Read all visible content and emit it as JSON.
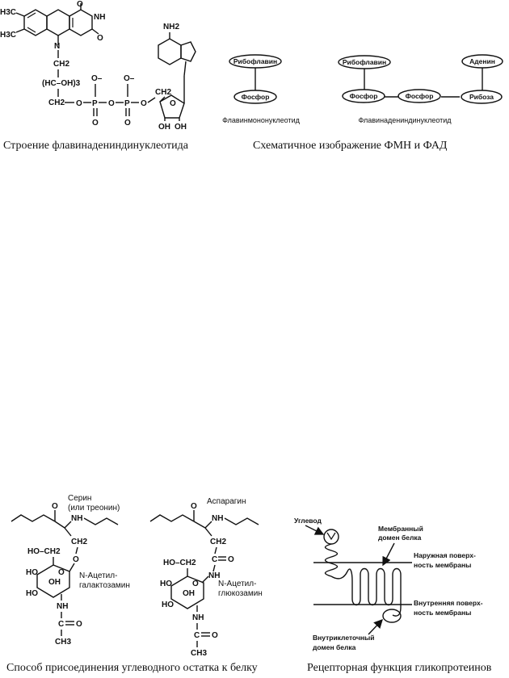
{
  "fad_structure": {
    "caption": "Строение флавинадениндинуклеотида",
    "atoms": {
      "o_top": "O",
      "nh": "NH",
      "o_right": "O",
      "n": "N",
      "h3c_1": "H3C",
      "h3c_2": "H3C",
      "ch2_1": "CH2",
      "hc_oh": "(HC–OH)3",
      "ch2_2": "CH2",
      "o1": "O",
      "p1": "P",
      "o2": "O",
      "p2": "P",
      "o3": "O",
      "o_minus_1": "O–",
      "o_minus_2": "O–",
      "o_bottom_1": "O",
      "o_bottom_2": "O",
      "nh2": "NH2",
      "ch2_ribose": "CH2",
      "oh1": "OH",
      "oh2": "OH",
      "o_ring": "O"
    }
  },
  "schematic": {
    "caption": "Схематичное изображение ФМН и ФАД",
    "fmn": {
      "riboflavin": "Рибофлавин",
      "phosphate": "Фосфор",
      "label": "Флавинмононуклеотид"
    },
    "fad": {
      "riboflavin": "Рибофлавин",
      "adenine": "Аденин",
      "phosphate_1": "Фосфор",
      "phosphate_2": "Фосфор",
      "ribose": "Рибоза",
      "label": "Флавинадениндинуклеотид"
    }
  },
  "glycosylation": {
    "caption": "Способ присоединения углеводного остатка к белку",
    "serine": "Серин",
    "serine_alt": "(или треонин)",
    "asparagine": "Аспарагин",
    "galnac_1": "N-Ацетил-",
    "galnac_2": "галактозамин",
    "glcnac_1": "N-Ацетил-",
    "glcnac_2": "глюкозамин",
    "atoms": {
      "o_a": "O",
      "nh_a": "NH",
      "ch2_a": "CH2",
      "o_link_a": "O",
      "ho_ch2_a": "HO–CH2",
      "o_ring_a": "O",
      "ho_a1": "HO",
      "oh_a": "OH",
      "ho_a2": "HO",
      "nh_a2": "NH",
      "c_a": "C",
      "o_a2": "O",
      "ch3_a": "CH3",
      "o_b": "O",
      "nh_b": "NH",
      "ch2_b": "CH2",
      "c_b": "C",
      "o_b2": "O",
      "nh_b2": "NH",
      "ho_ch2_b": "HO–CH2",
      "o_ring_b": "O",
      "ho_b1": "HO",
      "oh_b": "OH",
      "ho_b2": "HO",
      "nh_b3": "NH",
      "c_b2": "C",
      "o_b3": "O",
      "ch3_b": "CH3"
    }
  },
  "receptor": {
    "caption": "Рецепторная функция гликопротеинов",
    "carbohydrate": "Углевод",
    "membrane_domain_1": "Мембранный",
    "membrane_domain_2": "домен белка",
    "outer_1": "Наружная поверх-",
    "outer_2": "ность мембраны",
    "inner_1": "Внутренняя поверх-",
    "inner_2": "ность мембраны",
    "intracellular_1": "Внутриклеточный",
    "intracellular_2": "домен белка"
  }
}
